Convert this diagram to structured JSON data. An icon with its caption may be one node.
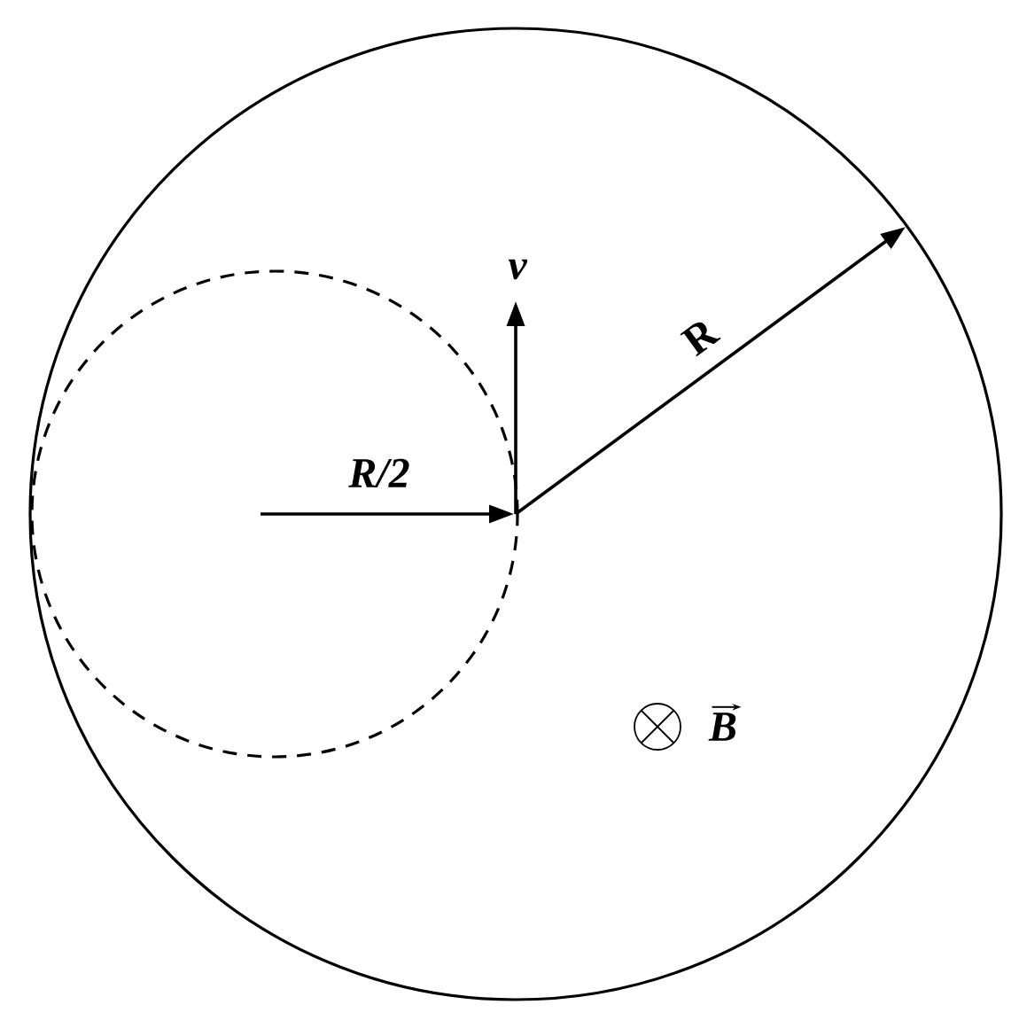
{
  "diagram": {
    "labels": [
      "v",
      "R",
      "R/2",
      "B"
    ]
  }
}
